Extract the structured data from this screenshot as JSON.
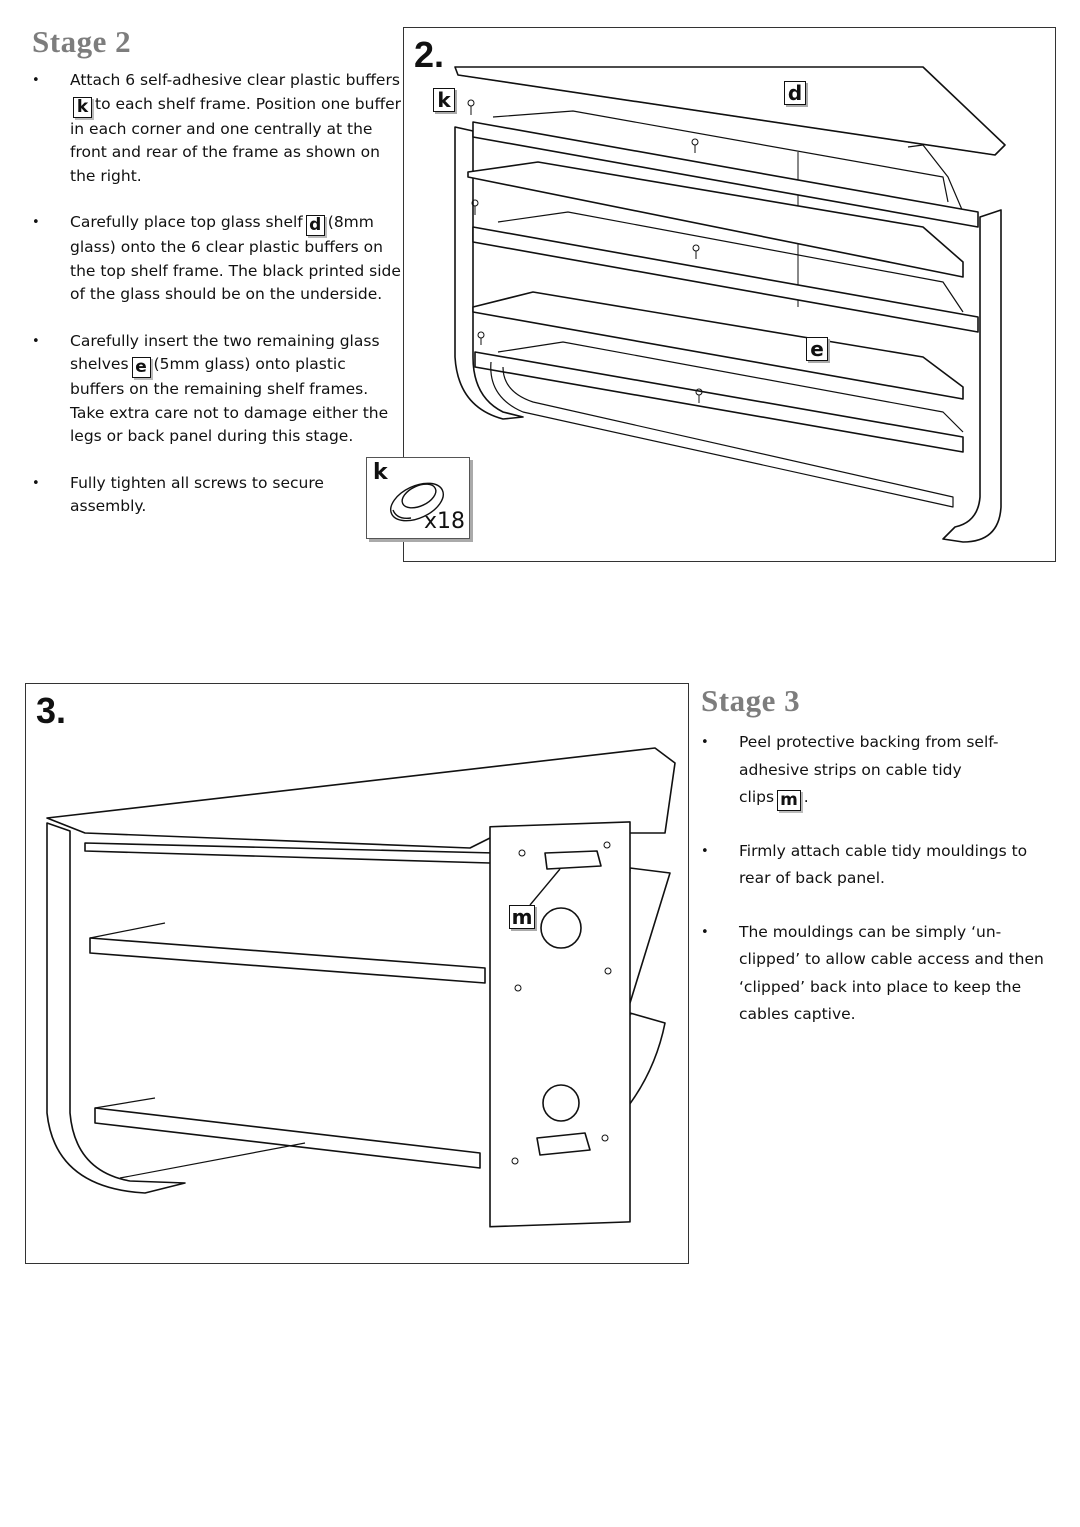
{
  "stage2": {
    "title": "Stage 2",
    "items": [
      {
        "pre": "Attach 6 self-adhesive clear plastic buffers",
        "part": "k",
        "post": "to each shelf frame. Position one buffer in each corner and one centrally at the front and rear of the frame as shown on the right."
      },
      {
        "pre": "Carefully place top glass shelf",
        "part": "d",
        "post": "(8mm glass) onto the 6 clear plastic buffers on the top shelf frame. The black printed side of the glass should be on the underside."
      },
      {
        "pre": "Carefully insert the two remaining glass shelves",
        "part": "e",
        "post": "(5mm glass) onto plastic buffers on the remaining shelf frames. Take extra care not to damage either the legs or back panel during this stage."
      },
      {
        "pre": "Fully tighten all screws to secure assembly.",
        "part": "",
        "post": ""
      }
    ]
  },
  "figure2": {
    "step": "2.",
    "labels": {
      "k": "k",
      "d": "d",
      "e": "e"
    },
    "buffer_key": {
      "label": "k",
      "count": "x18"
    }
  },
  "figure3": {
    "step": "3.",
    "labels": {
      "m": "m"
    }
  },
  "stage3": {
    "title": "Stage 3",
    "items": [
      {
        "pre": "Peel protective backing from self-adhesive strips on cable tidy clips",
        "part": "m",
        "post": "."
      },
      {
        "pre": "Firmly attach cable tidy mouldings to rear of back panel.",
        "part": "",
        "post": ""
      },
      {
        "pre": "The mouldings can be simply ‘un-clipped’ to allow cable access and then ‘clipped’ back into place to keep the cables captive.",
        "part": "",
        "post": ""
      }
    ]
  }
}
